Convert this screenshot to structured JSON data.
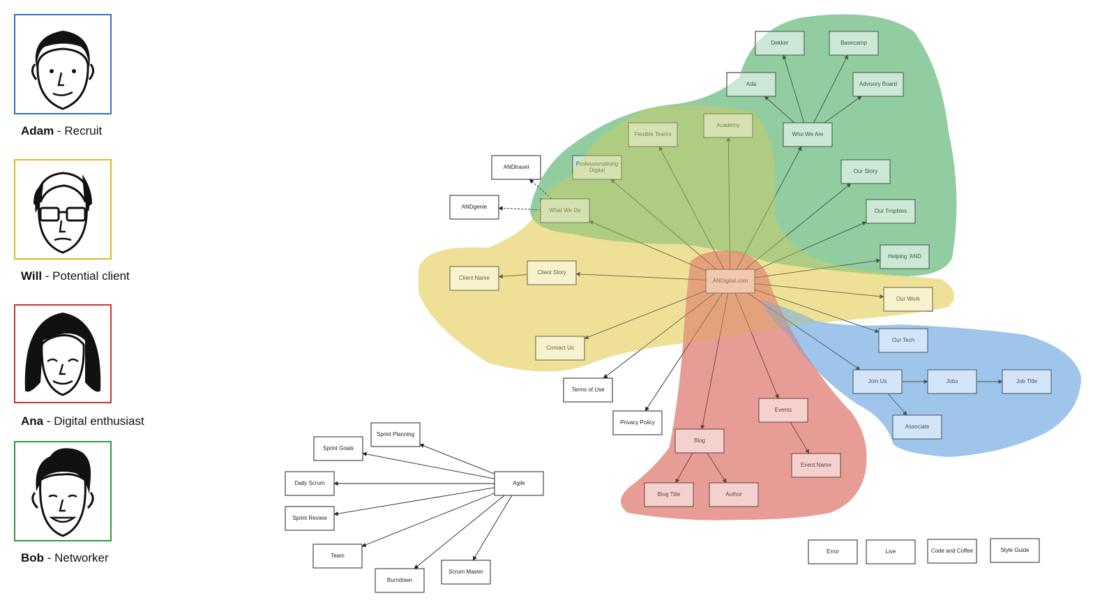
{
  "personas": [
    {
      "name": "Adam",
      "role": " - Recruit",
      "border_color": "#2f6fc9",
      "icon": "man-face-icon"
    },
    {
      "name": "Will",
      "role": " - Potential client",
      "border_color": "#e0b81c",
      "icon": "older-man-glasses-icon"
    },
    {
      "name": "Ana",
      "role": " - Digital enthusiast",
      "border_color": "#d0312d",
      "icon": "woman-face-icon"
    },
    {
      "name": "Bob",
      "role": " - Networker",
      "border_color": "#2e9a3e",
      "icon": "man-quiff-icon"
    }
  ],
  "region_colors": {
    "green": "#6dbb80",
    "yellow": "#e9d673",
    "red": "#df7b70",
    "blue": "#7fb1e3"
  },
  "sitemap_nodes": [
    {
      "id": "andigital",
      "label": "ANDigital.com"
    },
    {
      "id": "dekker",
      "label": "Dekker"
    },
    {
      "id": "basecamp",
      "label": "Basecamp"
    },
    {
      "id": "ada",
      "label": "Ada"
    },
    {
      "id": "advisory",
      "label": "Advisory Board"
    },
    {
      "id": "whoweare",
      "label": "Who We Are"
    },
    {
      "id": "academy",
      "label": "Academy"
    },
    {
      "id": "flexible",
      "label": "Flexible Teams"
    },
    {
      "id": "professionalising",
      "label": "Professionalising Digital"
    },
    {
      "id": "andtravel",
      "label": "ANDtravel"
    },
    {
      "id": "andgenie",
      "label": "ANDgenie"
    },
    {
      "id": "whatwedo",
      "label": "What We Do"
    },
    {
      "id": "ourstory",
      "label": "Our Story"
    },
    {
      "id": "ourtrophies",
      "label": "Our Trophies"
    },
    {
      "id": "helping",
      "label": "Helping 'AND"
    },
    {
      "id": "ourwork",
      "label": "Our Work"
    },
    {
      "id": "clientstory",
      "label": "Client Story"
    },
    {
      "id": "clientname",
      "label": "Client Name"
    },
    {
      "id": "contactus",
      "label": "Contact Us"
    },
    {
      "id": "ourtech",
      "label": "Our Tech"
    },
    {
      "id": "joinus",
      "label": "Join Us"
    },
    {
      "id": "jobs",
      "label": "Jobs"
    },
    {
      "id": "jobtitle",
      "label": "Job Title"
    },
    {
      "id": "associate",
      "label": "Associate"
    },
    {
      "id": "terms",
      "label": "Terms of Use"
    },
    {
      "id": "privacy",
      "label": "Privacy Policy"
    },
    {
      "id": "events",
      "label": "Events"
    },
    {
      "id": "eventname",
      "label": "Event Name"
    },
    {
      "id": "blog",
      "label": "Blog"
    },
    {
      "id": "blogtitle",
      "label": "Blog Title"
    },
    {
      "id": "author",
      "label": "Author"
    }
  ],
  "sitemap_edges": [
    [
      "andigital",
      "whoweare"
    ],
    [
      "andigital",
      "academy"
    ],
    [
      "andigital",
      "flexible"
    ],
    [
      "andigital",
      "professionalising"
    ],
    [
      "andigital",
      "whatwedo"
    ],
    [
      "andigital",
      "ourstory"
    ],
    [
      "andigital",
      "ourtrophies"
    ],
    [
      "andigital",
      "helping"
    ],
    [
      "andigital",
      "ourwork"
    ],
    [
      "andigital",
      "clientstory"
    ],
    [
      "andigital",
      "contactus"
    ],
    [
      "andigital",
      "ourtech"
    ],
    [
      "andigital",
      "joinus"
    ],
    [
      "andigital",
      "terms"
    ],
    [
      "andigital",
      "privacy"
    ],
    [
      "andigital",
      "blog"
    ],
    [
      "andigital",
      "events"
    ],
    [
      "whoweare",
      "dekker"
    ],
    [
      "whoweare",
      "basecamp"
    ],
    [
      "whoweare",
      "ada"
    ],
    [
      "whoweare",
      "advisory"
    ],
    [
      "clientstory",
      "clientname"
    ],
    [
      "joinus",
      "jobs"
    ],
    [
      "jobs",
      "jobtitle"
    ],
    [
      "joinus",
      "associate"
    ],
    [
      "events",
      "eventname"
    ],
    [
      "blog",
      "blogtitle"
    ],
    [
      "blog",
      "author"
    ]
  ],
  "dashed_edges": [
    [
      "whatwedo",
      "andtravel"
    ],
    [
      "whatwedo",
      "andgenie"
    ]
  ],
  "agile_nodes": [
    {
      "id": "agile",
      "label": "Agile"
    },
    {
      "id": "sprintplanning",
      "label": "Sprint Planning"
    },
    {
      "id": "sprintgoals",
      "label": "Sprint Goals"
    },
    {
      "id": "dailyscrum",
      "label": "Daily Scrum"
    },
    {
      "id": "sprintreview",
      "label": "Sprint Review"
    },
    {
      "id": "team",
      "label": "Team"
    },
    {
      "id": "burndown",
      "label": "Burndown"
    },
    {
      "id": "scrummaster",
      "label": "Scrum Master"
    }
  ],
  "agile_edges": [
    [
      "agile",
      "sprintplanning"
    ],
    [
      "agile",
      "sprintgoals"
    ],
    [
      "agile",
      "dailyscrum"
    ],
    [
      "agile",
      "sprintreview"
    ],
    [
      "agile",
      "team"
    ],
    [
      "agile",
      "burndown"
    ],
    [
      "agile",
      "scrummaster"
    ]
  ],
  "standalone_nodes": [
    {
      "id": "error",
      "label": "Error"
    },
    {
      "id": "live",
      "label": "Live"
    },
    {
      "id": "codecoffee",
      "label": "Code and Coffee"
    },
    {
      "id": "styleguide",
      "label": "Style Guide"
    }
  ]
}
